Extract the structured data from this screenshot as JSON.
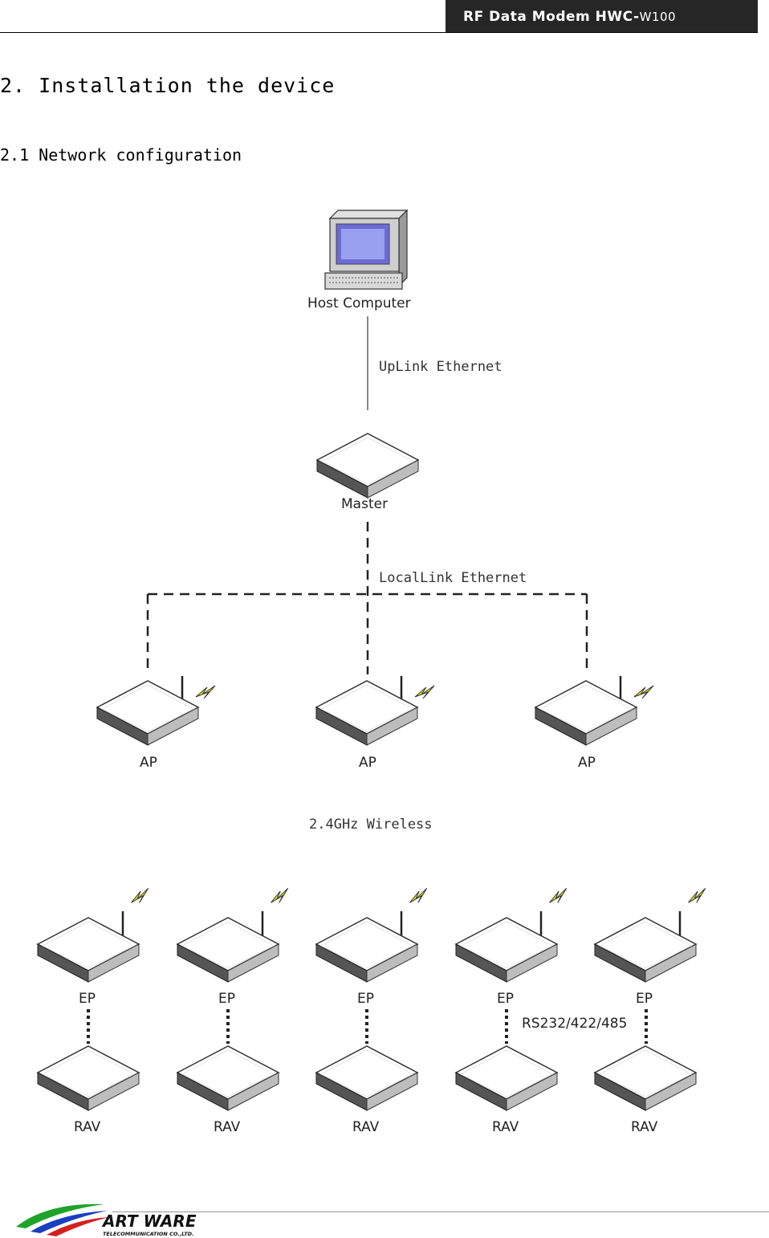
{
  "header": {
    "title_prefix": "RF Data Modem HWC-",
    "title_model": "W100"
  },
  "section_heading": "2. Installation the device",
  "subsection_heading": "2.1 Network configuration",
  "diagram": {
    "host_label": "Host Computer",
    "uplink_label": "UpLink Ethernet",
    "master_label": "Master",
    "locallink_label": "LocalLink Ethernet",
    "ap_labels": [
      "AP",
      "AP",
      "AP"
    ],
    "wireless_label": "2.4GHz Wireless",
    "ep_labels": [
      "EP",
      "EP",
      "EP",
      "EP",
      "EP"
    ],
    "serial_label": "RS232/422/485",
    "rav_labels": [
      "RAV",
      "RAV",
      "RAV",
      "RAV",
      "RAV"
    ],
    "icons": [
      "computer-icon",
      "router-icon",
      "wireless-signal-icon"
    ]
  },
  "footer": {
    "company_name": "ART WARE",
    "company_sub": "TELECOMMUNICATION CO.,LTD."
  }
}
